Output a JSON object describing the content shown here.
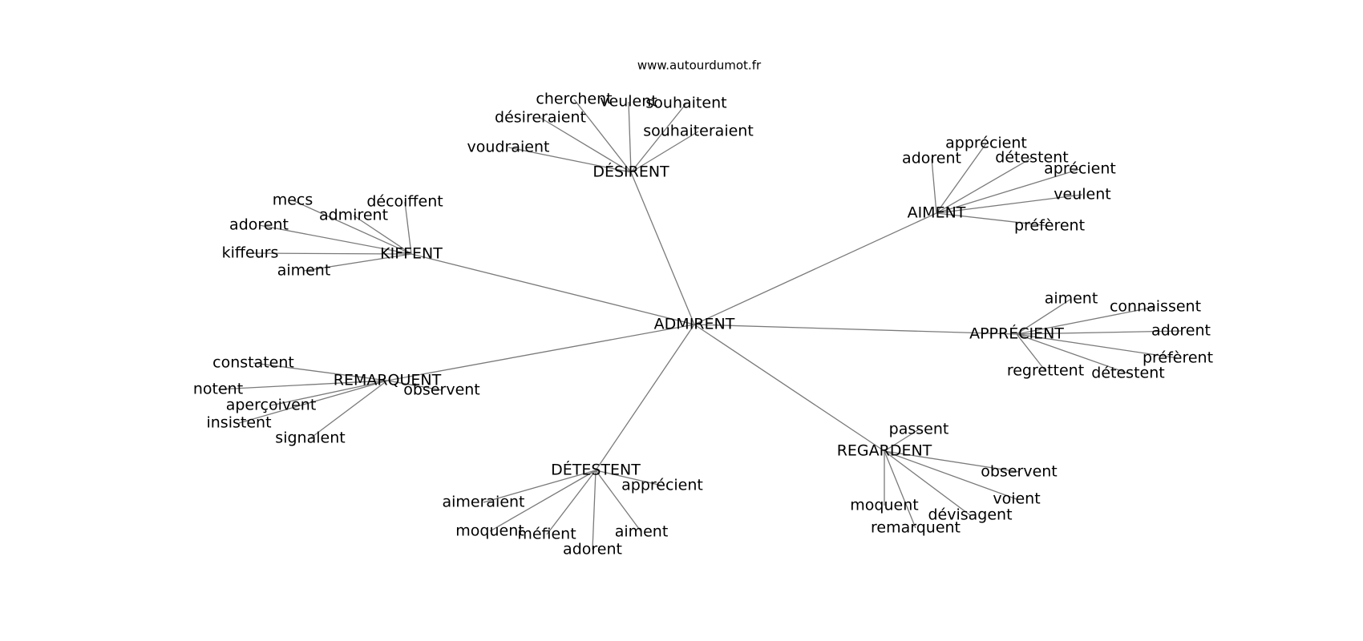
{
  "watermark": "www.autourdumot.fr",
  "center": "ADMIRENT",
  "clusters": [
    {
      "word": "DÉSIRENT",
      "children": [
        "cherchent",
        "veulent",
        "souhaitent",
        "désireraient",
        "souhaiteraient",
        "voudraient"
      ]
    },
    {
      "word": "AIMENT",
      "children": [
        "apprécient",
        "adorent",
        "détestent",
        "aprécient",
        "veulent",
        "préfèrent"
      ]
    },
    {
      "word": "KIFFENT",
      "children": [
        "mecs",
        "décoiffent",
        "admirent",
        "adorent",
        "kiffeurs",
        "aiment"
      ]
    },
    {
      "word": "APPRÉCIENT",
      "children": [
        "aiment",
        "connaissent",
        "adorent",
        "préfèrent",
        "regrettent",
        "détestent"
      ]
    },
    {
      "word": "REMARQUENT",
      "children": [
        "constatent",
        "notent",
        "observent",
        "aperçoivent",
        "insistent",
        "signalent"
      ]
    },
    {
      "word": "REGARDENT",
      "children": [
        "passent",
        "observent",
        "voient",
        "moquent",
        "dévisagent",
        "remarquent"
      ]
    },
    {
      "word": "DÉTESTENT",
      "children": [
        "apprécient",
        "aimeraient",
        "moquent",
        "méfient",
        "aiment",
        "adorent"
      ]
    }
  ]
}
